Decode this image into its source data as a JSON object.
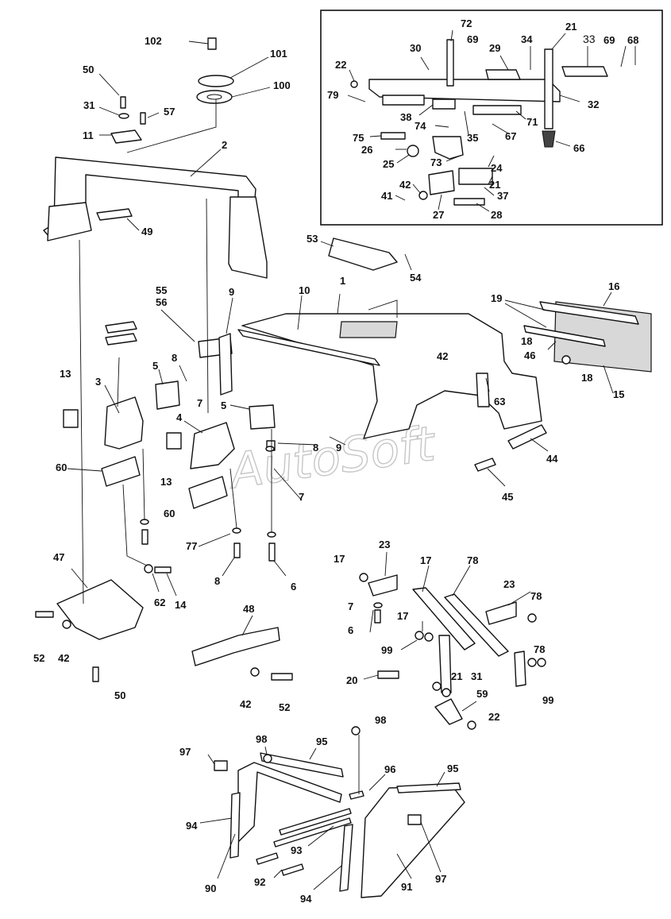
{
  "watermark": "AutoSoft",
  "labels": {
    "l102": "102",
    "l101": "101",
    "l100": "100",
    "l50a": "50",
    "l31a": "31",
    "l57": "57",
    "l11": "11",
    "l2": "2",
    "l49": "49",
    "l53": "53",
    "l54": "54",
    "l1": "1",
    "l10": "10",
    "l55": "55",
    "l56": "56",
    "l9a": "9",
    "l8a": "8",
    "l5a": "5",
    "l7a": "7",
    "l13a": "13",
    "l3": "3",
    "l4": "4",
    "l5b": "5",
    "l9b": "9",
    "l8b": "8",
    "l13b": "13",
    "l60a": "60",
    "l60b": "60",
    "l7b": "7",
    "l77": "77",
    "l8c": "8",
    "l6a": "6",
    "l62": "62",
    "l14": "14",
    "l47": "47",
    "l52a": "52",
    "l42a": "42",
    "l50b": "50",
    "l48": "48",
    "l42b": "42",
    "l52b": "52",
    "l42c": "42",
    "l63": "63",
    "l44": "44",
    "l45": "45",
    "l19": "19",
    "l16": "16",
    "l18a": "18",
    "l46": "46",
    "l18b": "18",
    "l15": "15",
    "l17a": "17",
    "l23a": "23",
    "l17b": "17",
    "l78a": "78",
    "l23b": "23",
    "l78b": "78",
    "l7c": "7",
    "l6b": "6",
    "l17c": "17",
    "l99a": "99",
    "l78c": "78",
    "l99b": "99",
    "l20": "20",
    "l21c": "21",
    "l31b": "31",
    "l59": "59",
    "l22b": "22",
    "l98a": "98",
    "l97a": "97",
    "l98b": "98",
    "l95a": "95",
    "l96": "96",
    "l95b": "95",
    "l94a": "94",
    "l93": "93",
    "l90": "90",
    "l92": "92",
    "l94b": "94",
    "l91": "91",
    "l97b": "97",
    "i72": "72",
    "i69a": "69",
    "i30": "30",
    "i29": "29",
    "i34": "34",
    "i21a": "21",
    "i33": "33",
    "i69b": "69",
    "i68": "68",
    "i22": "22",
    "i79": "79",
    "i32": "32",
    "i38": "38",
    "i71": "71",
    "i74": "74",
    "i35": "35",
    "i67": "67",
    "i75": "75",
    "i26": "26",
    "i66": "66",
    "i25": "25",
    "i73": "73",
    "i24": "24",
    "i42": "42",
    "i21b": "21",
    "i41": "41",
    "i37": "37",
    "i27": "27",
    "i28": "28"
  }
}
